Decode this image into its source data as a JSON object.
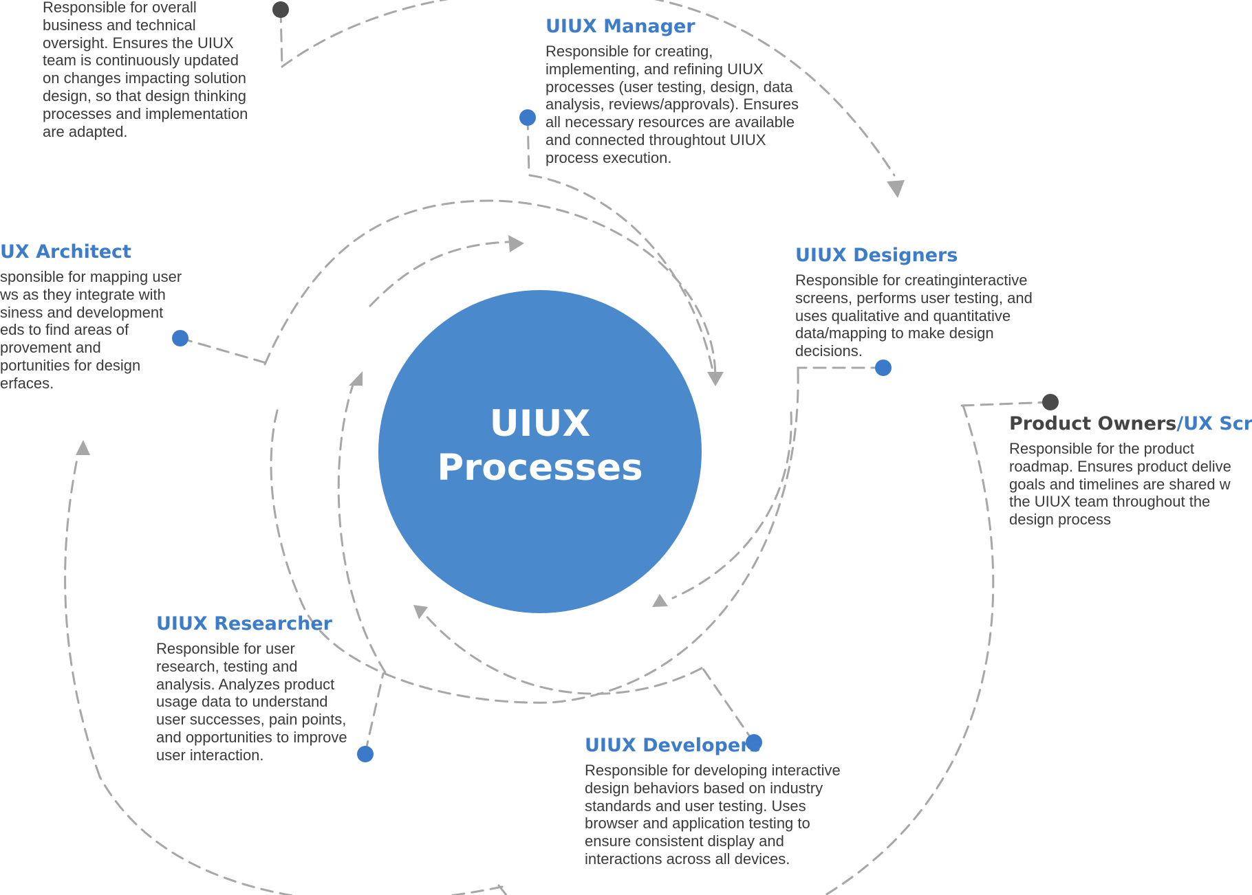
{
  "center": {
    "line1": "UIUX",
    "line2": "Processes",
    "color": "#4a89cc"
  },
  "colors": {
    "accent": "#3d7cc9",
    "connector": "#a7a7a7",
    "node_blue": "#3b79c9",
    "node_dark": "#4a4a4a",
    "text": "#3a3a3a"
  },
  "roles": {
    "overview": {
      "lines": [
        "Responsible for overall",
        "business and technical",
        "oversight. Ensures the UIUX",
        "team is continuously updated",
        "on changes impacting solution",
        "design, so that design thinking",
        "processes and implementation",
        "are adapted."
      ]
    },
    "manager": {
      "title": "UIUX Manager",
      "lines": [
        "Responsible for creating,",
        "implementing, and refining UIUX",
        "processes (user testing, design, data",
        "analysis, reviews/approvals). Ensures",
        "all necessary resources are available",
        "and connected throughtout UIUX",
        "process execution."
      ]
    },
    "architect": {
      "title": "UX Architect",
      "lines": [
        "sponsible for mapping user",
        "ws as they integrate with",
        "siness and development",
        "eds to find areas of",
        "provement and",
        "portunities for design",
        "erfaces."
      ]
    },
    "designers": {
      "title": "UIUX Designers",
      "lines": [
        "Responsible for creatinginteractive",
        "screens, performs user testing, and",
        "uses qualitative and quantitative",
        "data/mapping to make design",
        "decisions."
      ]
    },
    "product_owners": {
      "title_part1": "Product Owners",
      "title_sep": "/",
      "title_part2": "UX Scrum",
      "lines": [
        "Responsible for the product",
        "roadmap. Ensures product delive",
        "goals and timelines are shared w",
        "the UIUX team throughout the",
        "design process"
      ]
    },
    "researcher": {
      "title": "UIUX Researcher",
      "lines": [
        "Responsible for user",
        "research, testing and",
        "analysis. Analyzes product",
        "usage data to understand",
        "user successes, pain points,",
        "and opportunities to improve",
        "user interaction."
      ]
    },
    "developers": {
      "title": "UIUX Developers",
      "lines": [
        "Responsible for developing interactive",
        "design behaviors based on industry",
        "standards and user testing. Uses",
        "browser and application testing to",
        "ensure consistent display and",
        "interactions across all devices."
      ]
    }
  }
}
